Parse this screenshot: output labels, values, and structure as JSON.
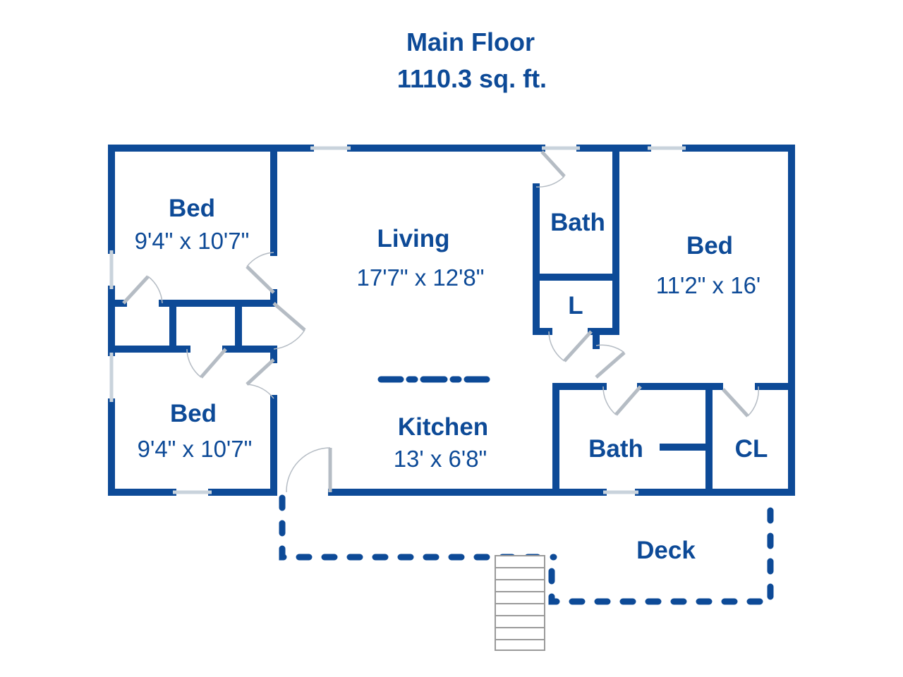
{
  "header": {
    "title": "Main Floor",
    "area": "1110.3 sq. ft."
  },
  "rooms": {
    "bed_top_left": {
      "name": "Bed",
      "size": "9'4\" x 10'7\""
    },
    "bed_bottom_left": {
      "name": "Bed",
      "size": "9'4\" x 10'7\""
    },
    "living": {
      "name": "Living",
      "size": "17'7\" x 12'8\""
    },
    "kitchen": {
      "name": "Kitchen",
      "size": "13' x 6'8\""
    },
    "bath_upper": {
      "name": "Bath"
    },
    "laundry": {
      "name": "L"
    },
    "bed_right": {
      "name": "Bed",
      "size": "11'2\" x 16'"
    },
    "bath_lower": {
      "name": "Bath"
    },
    "closet": {
      "name": "CL"
    },
    "deck": {
      "name": "Deck"
    }
  },
  "colors": {
    "wall": "#0d4a97",
    "window": "#c9d3dc"
  }
}
